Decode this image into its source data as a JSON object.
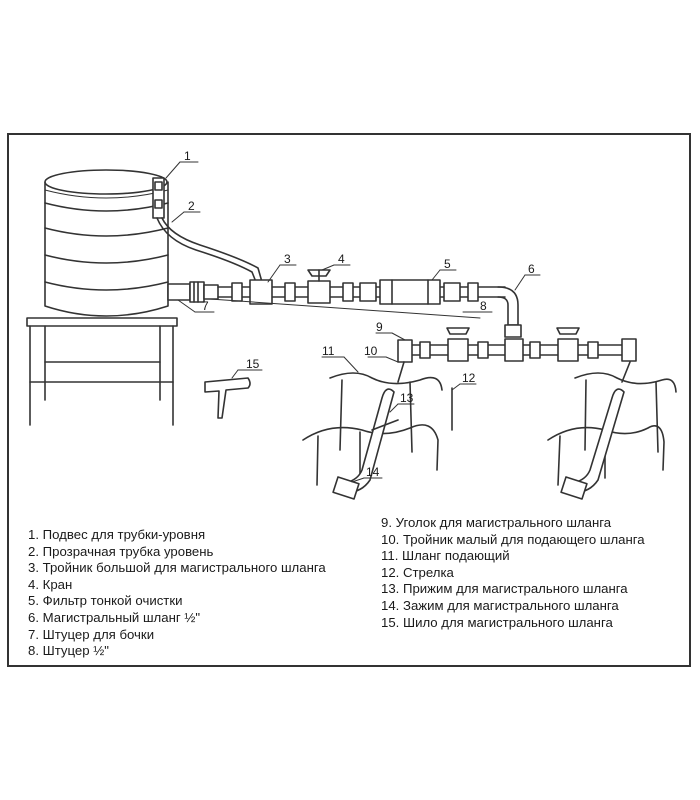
{
  "callouts": [
    "1",
    "2",
    "3",
    "4",
    "5",
    "6",
    "7",
    "8",
    "9",
    "10",
    "11",
    "12",
    "13",
    "14",
    "15"
  ],
  "legend": {
    "left": [
      "1. Подвес для трубки-уровня",
      "2. Прозрачная трубка уровень",
      "3. Тройник большой для магистрального шланга",
      "4. Кран",
      "5. Фильтр тонкой очистки",
      "6. Магистральный шланг ½\"",
      "7. Штуцер для бочки",
      "8. Штуцер ½\""
    ],
    "right": [
      "9. Уголок для магистрального шланга",
      "10. Тройник малый для подающего шланга",
      "11. Шланг подающий",
      "12. Стрелка",
      "13. Прижим для магистрального шланга",
      "14. Зажим для магистрального шланга",
      "15. Шило для магистрального шланга"
    ]
  },
  "colors": {
    "line": "#333333",
    "fill": "#ffffff",
    "shade": "#cfcfcf"
  }
}
